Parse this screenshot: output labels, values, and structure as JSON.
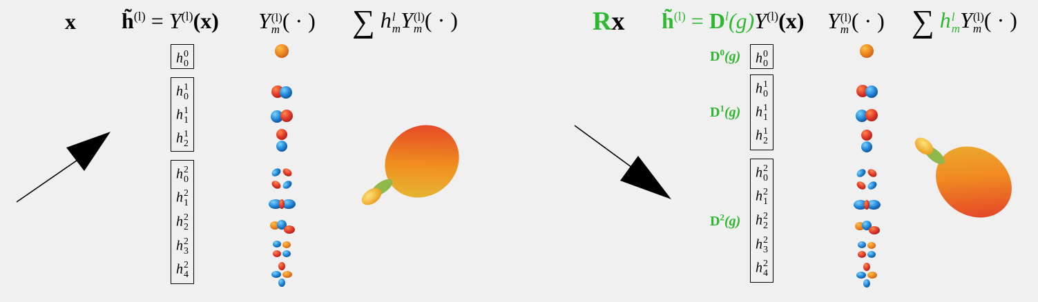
{
  "left": {
    "input_label": "x",
    "features_eq": {
      "h": "h̃",
      "l": "(l)",
      "eq": "=",
      "Y": "Y",
      "arg": "(x)"
    },
    "basis": {
      "Y": "Y",
      "l": "(l)",
      "m": "m",
      "arg": "( · )"
    },
    "sum": {
      "sigma": "∑",
      "h": "h",
      "l": "l",
      "m": "m",
      "Y": "Y",
      "Yl": "(l)",
      "Ym": "m",
      "arg": "( · )"
    },
    "blocks": [
      {
        "entries": [
          {
            "sup": "0",
            "sub": "0"
          }
        ]
      },
      {
        "entries": [
          {
            "sup": "1",
            "sub": "0"
          },
          {
            "sup": "1",
            "sub": "1"
          },
          {
            "sup": "1",
            "sub": "2"
          }
        ]
      },
      {
        "entries": [
          {
            "sup": "2",
            "sub": "0"
          },
          {
            "sup": "2",
            "sub": "1"
          },
          {
            "sup": "2",
            "sub": "2"
          },
          {
            "sup": "2",
            "sub": "3"
          },
          {
            "sup": "2",
            "sub": "4"
          }
        ]
      }
    ]
  },
  "right": {
    "input_label_R": "R",
    "input_label_x": "x",
    "features_eq": {
      "h": "h̃",
      "l": "(l)",
      "eq": "=",
      "D": "D",
      "Dl": "l",
      "g": "(g)",
      "Y": "Y",
      "Yl": "(l)",
      "arg": "(x)"
    },
    "basis": {
      "Y": "Y",
      "l": "(l)",
      "m": "m",
      "arg": "( · )"
    },
    "sum": {
      "sigma": "∑",
      "h": "h",
      "l": "l",
      "m": "m",
      "Y": "Y",
      "Yl": "(l)",
      "Ym": "m",
      "arg": "( · )"
    },
    "d_labels": [
      {
        "D": "D",
        "sup": "0",
        "g": "(g)"
      },
      {
        "D": "D",
        "sup": "1",
        "g": "(g)"
      },
      {
        "D": "D",
        "sup": "2",
        "g": "(g)"
      }
    ]
  },
  "colors": {
    "accent_green": "#2fb82f",
    "background": "#f0f0f0",
    "orange": "#f08a1c",
    "blue": "#1f7fd0",
    "red": "#e0302a"
  }
}
